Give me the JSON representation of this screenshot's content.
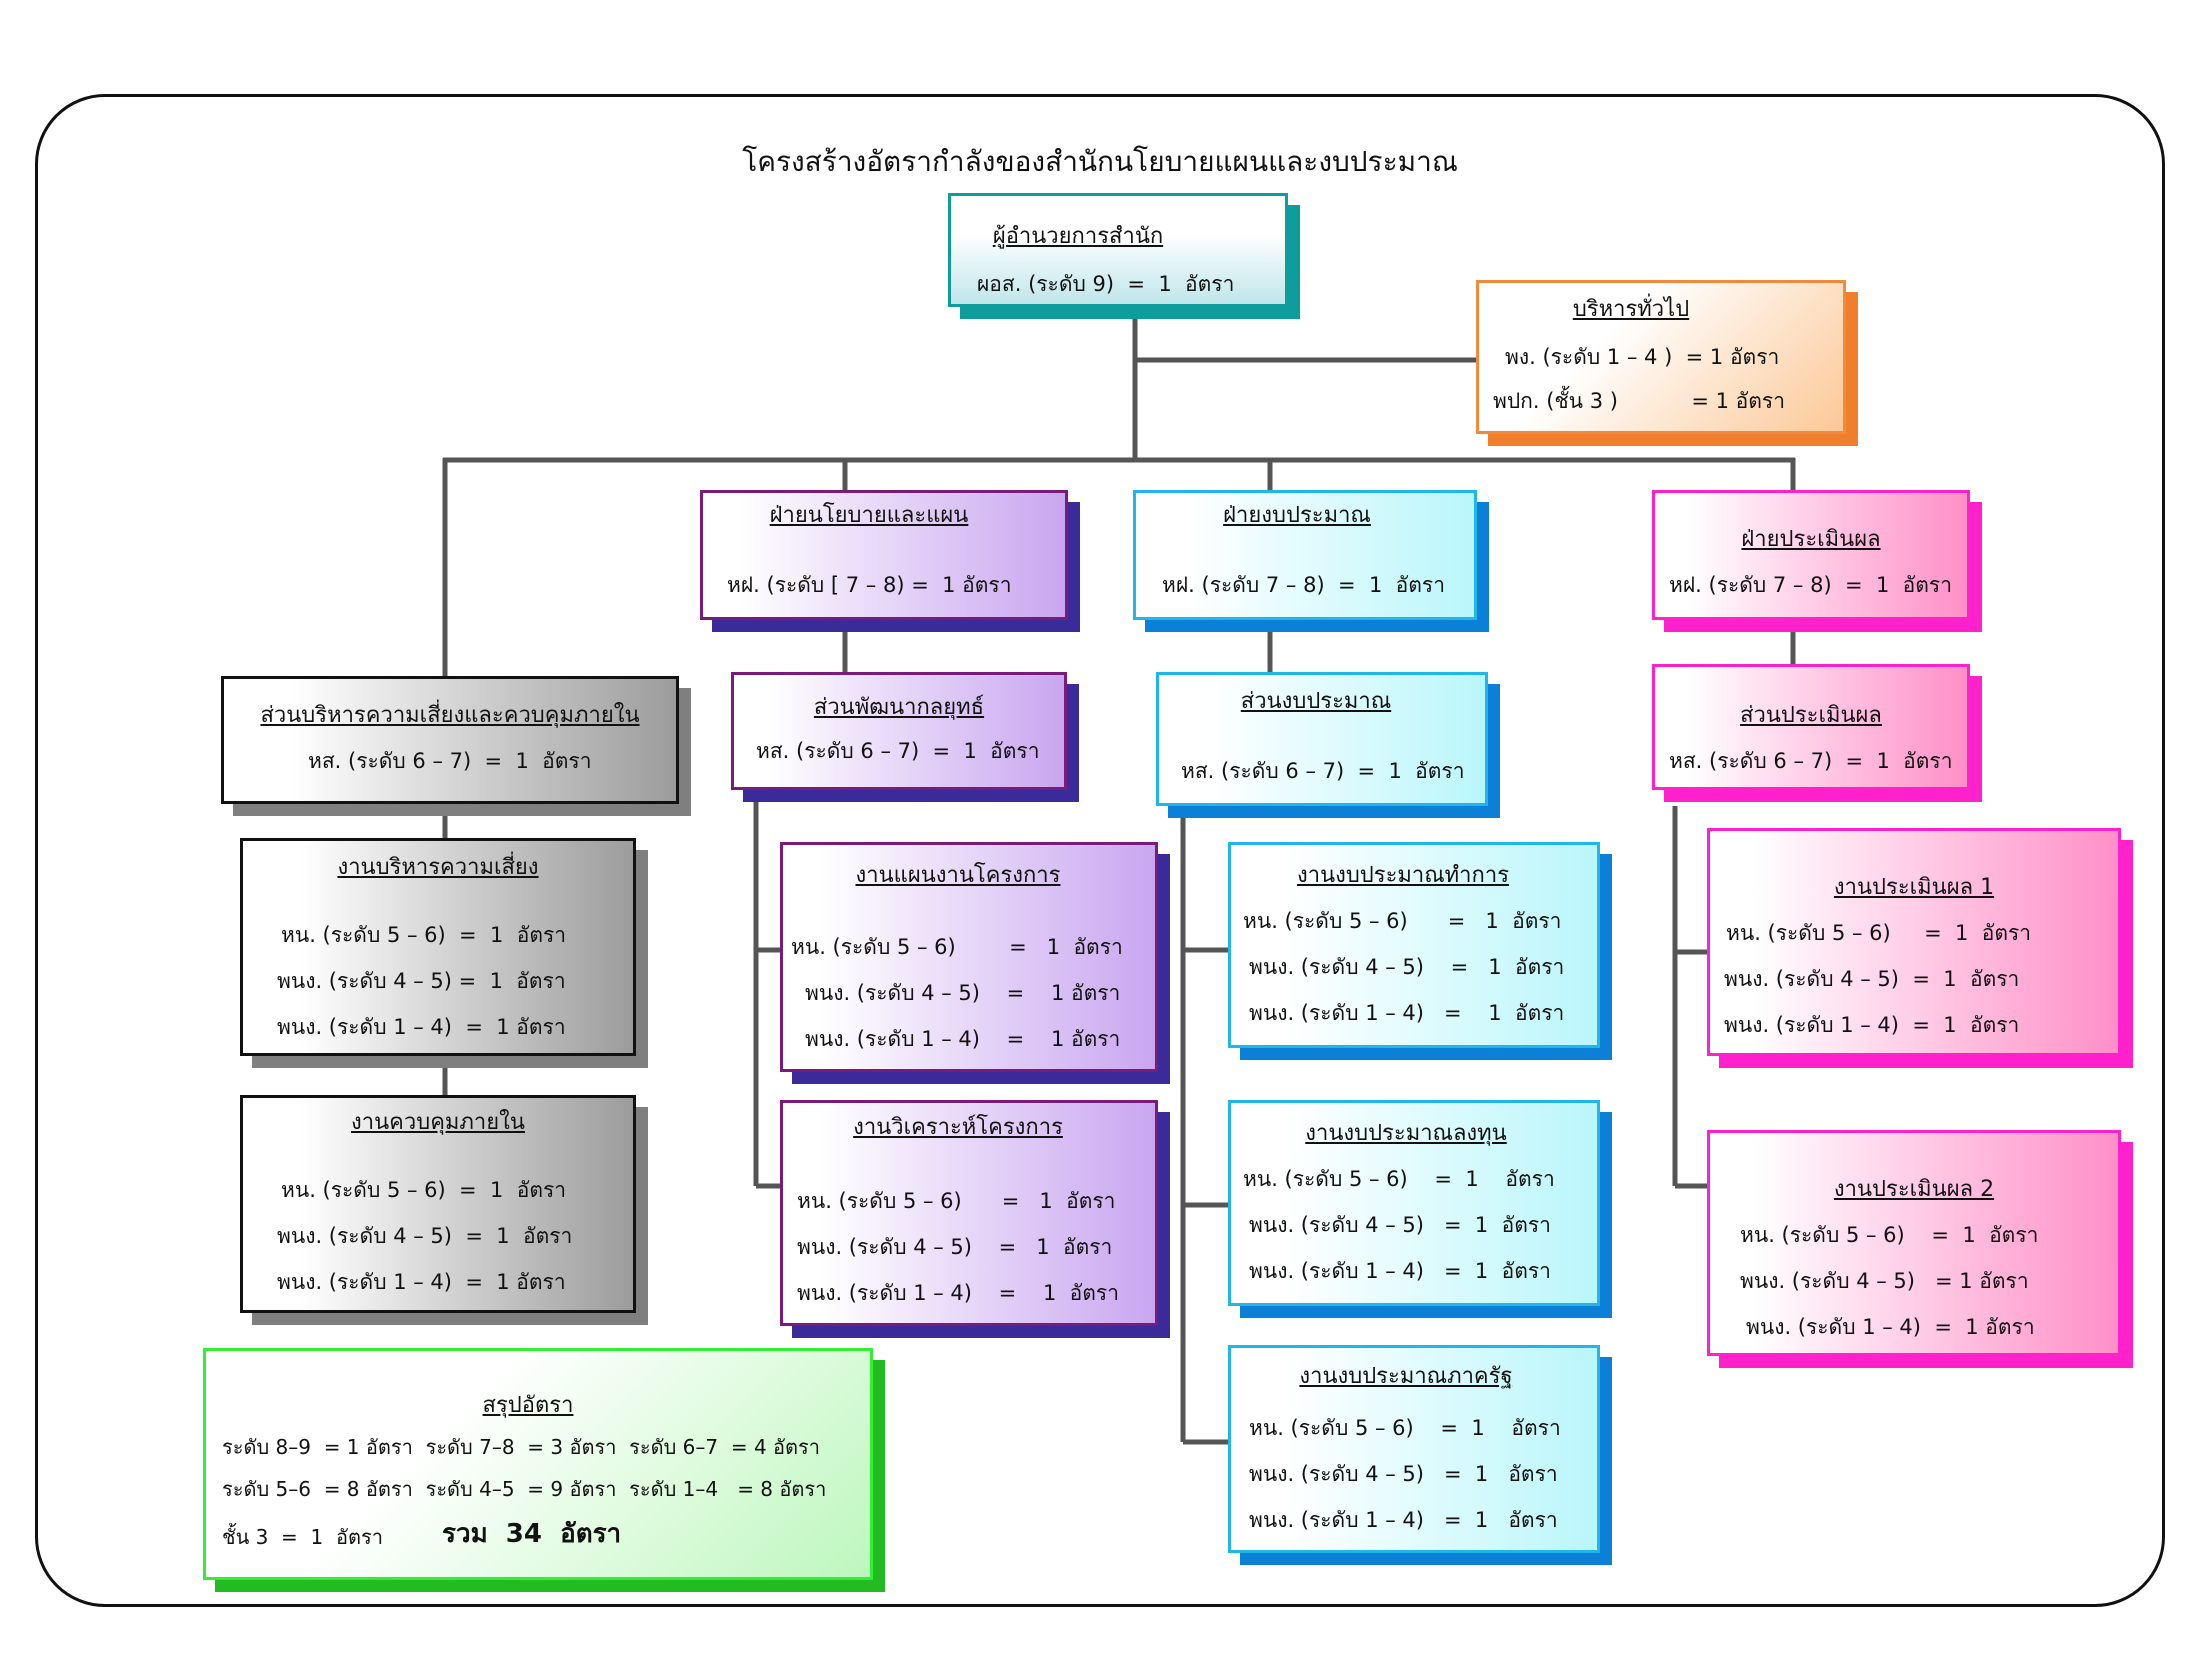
{
  "title": "โครงสร้างอัตรากำลังของสำนักนโยบายแผนและงบประมาณ",
  "colors": {
    "line": "#555555",
    "teal": "#0e9c9c",
    "orange": "#ef7f2a",
    "purple": "#3a2a9a",
    "cyan": "#0c7fd6",
    "pink": "#ff22cc",
    "gray": "#7f7f7f",
    "green": "#22bb22"
  },
  "director": {
    "title": "ผู้อำนวยการสำนัก",
    "lines": [
      "ผอส. (ระดับ 9)  =  1  อัตรา"
    ]
  },
  "general_admin": {
    "title": "บริหารทั่วไป",
    "lines": [
      "พง. (ระดับ 1 – 4 )  = 1 อัตรา",
      "พปก. (ชั้น 3 )           = 1 อัตรา"
    ]
  },
  "policy_dept": {
    "title": "ฝ่ายนโยบายและแผน",
    "lines": [
      "หฝ. (ระดับ [ 7 – 8) =  1 อัตรา"
    ]
  },
  "budget_dept": {
    "title": "ฝ่ายงบประมาณ",
    "lines": [
      "หฝ. (ระดับ 7 – 8)  =  1  อัตรา"
    ]
  },
  "eval_dept": {
    "title": "ฝ่ายประเมินผล",
    "lines": [
      "หฝ. (ระดับ 7 – 8)  =  1  อัตรา"
    ]
  },
  "risk_section": {
    "title": "ส่วนบริหารความเสี่ยงและควบคุมภายใน",
    "lines": [
      "หส. (ระดับ 6 – 7)  =  1  อัตรา"
    ]
  },
  "strategy_section": {
    "title": "ส่วนพัฒนากลยุทธ์",
    "lines": [
      "หส. (ระดับ 6 – 7)  =  1  อัตรา"
    ]
  },
  "budget_section": {
    "title": "ส่วนงบประมาณ",
    "lines": [
      "หส. (ระดับ 6 – 7)  =  1  อัตรา"
    ]
  },
  "eval_section": {
    "title": "ส่วนประเมินผล",
    "lines": [
      "หส. (ระดับ 6 – 7)  =  1  อัตรา"
    ]
  },
  "risk_work": {
    "title": "งานบริหารความเสี่ยง",
    "lines": [
      "หน. (ระดับ 5 – 6)  =  1  อัตรา",
      "พนง. (ระดับ 4 – 5) =  1  อัตรา",
      "พนง. (ระดับ 1 – 4)  =  1 อัตรา"
    ]
  },
  "control_work": {
    "title": "งานควบคุมภายใน",
    "lines": [
      "หน. (ระดับ 5 – 6)  =  1  อัตรา",
      "พนง. (ระดับ 4 – 5)  =  1  อัตรา",
      "พนง. (ระดับ 1 – 4)  =  1 อัตรา"
    ]
  },
  "plan_work": {
    "title": "งานแผนงานโครงการ",
    "lines": [
      "หน. (ระดับ 5 – 6)        =   1  อัตรา",
      "พนง. (ระดับ 4 – 5)    =    1 อัตรา",
      "พนง. (ระดับ 1 – 4)    =    1 อัตรา"
    ]
  },
  "analysis_work": {
    "title": "งานวิเคราะห์โครงการ",
    "lines": [
      "หน. (ระดับ 5 – 6)      =   1  อัตรา",
      "พนง. (ระดับ 4 – 5)    =   1  อัตรา",
      "พนง. (ระดับ 1 – 4)    =    1  อัตรา"
    ]
  },
  "op_budget_work": {
    "title": "งานงบประมาณทำการ",
    "lines": [
      "หน. (ระดับ 5 – 6)      =   1  อัตรา",
      "พนง. (ระดับ 4 – 5)    =   1  อัตรา",
      "พนง. (ระดับ 1 – 4)   =    1  อัตรา"
    ]
  },
  "inv_budget_work": {
    "title": "งานงบประมาณลงทุน",
    "lines": [
      "หน. (ระดับ 5 – 6)    =  1    อัตรา",
      "พนง. (ระดับ 4 – 5)   =  1  อัตรา",
      "พนง. (ระดับ 1 – 4)   =  1  อัตรา"
    ]
  },
  "state_budget_work": {
    "title": "งานงบประมาณภาครัฐ",
    "lines": [
      "หน. (ระดับ 5 – 6)    =  1    อัตรา",
      "พนง. (ระดับ 4 – 5)   =  1   อัตรา",
      "พนง. (ระดับ 1 – 4)   =  1   อัตรา"
    ]
  },
  "eval_work_1": {
    "title": "งานประเมินผล 1",
    "lines": [
      "หน. (ระดับ 5 – 6)     =  1  อัตรา",
      "พนง. (ระดับ 4 – 5)  =  1  อัตรา",
      "พนง. (ระดับ 1 – 4)  =  1  อัตรา"
    ]
  },
  "eval_work_2": {
    "title": "งานประเมินผล 2",
    "lines": [
      "หน. (ระดับ 5 – 6)    =  1  อัตรา",
      "พนง. (ระดับ 4 – 5)   = 1 อัตรา",
      "พนง. (ระดับ 1 – 4)  =  1 อัตรา"
    ]
  },
  "summary": {
    "title": "สรุปอัตรา",
    "lines": [
      "ระดับ 8–9  = 1 อัตรา  ระดับ 7–8  = 3 อัตรา  ระดับ 6–7  = 4 อัตรา",
      "ระดับ 5–6  = 8 อัตรา  ระดับ 4–5  = 9 อัตรา  ระดับ 1–4   = 8 อัตรา",
      "ชั้น 3  =  1  อัตรา"
    ],
    "total": "รวม  34  อัตรา"
  }
}
